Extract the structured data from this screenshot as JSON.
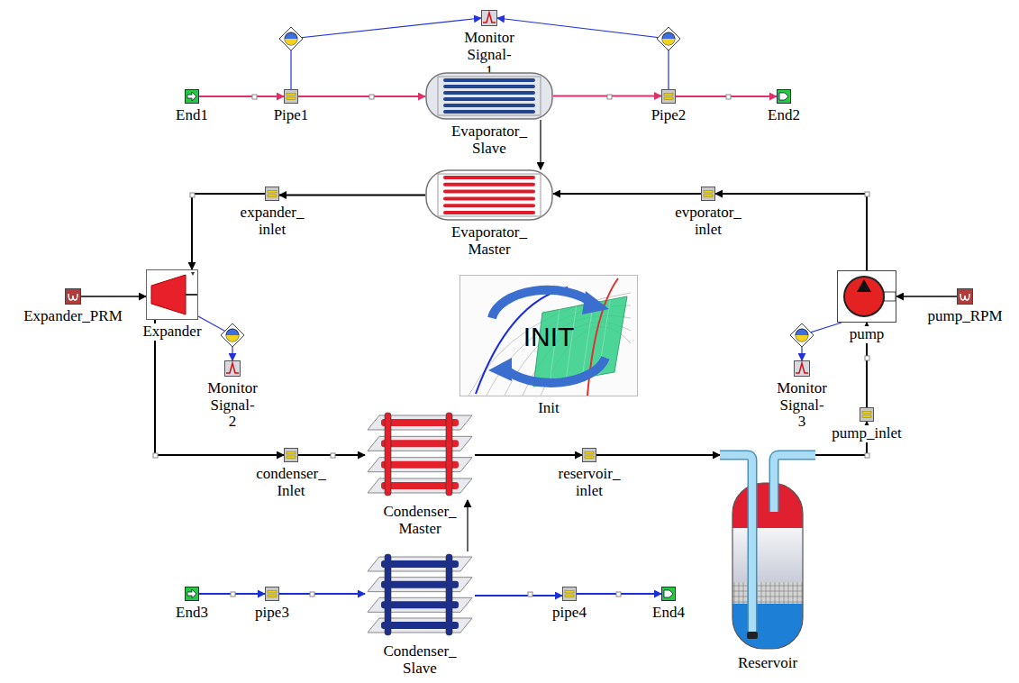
{
  "diagram": {
    "nodes": [
      {
        "text": [
          "Monitor Signal-1"
        ]
      },
      {
        "text": [
          "End1"
        ]
      },
      {
        "text": [
          "Pipe1"
        ]
      },
      {
        "text": [
          "Evaporator_ Slave"
        ]
      },
      {
        "text": [
          "Pipe2"
        ]
      },
      {
        "text": [
          "End2"
        ]
      },
      {
        "text": [
          "expander_ inlet"
        ]
      },
      {
        "text": [
          "Evaporator_ Master"
        ]
      },
      {
        "text": [
          "evporator_ inlet"
        ]
      },
      {
        "text": [
          "Expander_PRM"
        ]
      },
      {
        "text": [
          "Expander"
        ]
      },
      {
        "text": [
          "INIT",
          "Init"
        ]
      },
      {
        "text": [
          "pump"
        ]
      },
      {
        "text": [
          "pump_RPM"
        ]
      },
      {
        "text": [
          "Monitor Signal-2"
        ]
      },
      {
        "text": [
          "Monitor Signal-3"
        ]
      },
      {
        "text": [
          "pump_inlet"
        ]
      },
      {
        "text": [
          "condenser_ Inlet"
        ]
      },
      {
        "text": [
          "Condenser_ Master"
        ]
      },
      {
        "text": [
          "reservoir_ inlet"
        ]
      },
      {
        "text": [
          "Reservoir"
        ]
      },
      {
        "text": [
          "End3"
        ]
      },
      {
        "text": [
          "pipe3"
        ]
      },
      {
        "text": [
          "Condenser_ Slave"
        ]
      },
      {
        "text": [
          "pipe4"
        ]
      },
      {
        "text": [
          "End4"
        ]
      }
    ],
    "edges": [
      {
        "from": 1,
        "to": 2,
        "arrow": "to"
      },
      {
        "from": 2,
        "to": 3,
        "arrow": "to"
      },
      {
        "from": 3,
        "to": 4,
        "arrow": "to"
      },
      {
        "from": 4,
        "to": 5,
        "arrow": "to"
      },
      {
        "from": 2,
        "to": 0,
        "arrow": "to"
      },
      {
        "from": 4,
        "to": 0,
        "arrow": "to"
      },
      {
        "from": 3,
        "to": 7,
        "arrow": "to"
      },
      {
        "from": 12,
        "to": 8,
        "arrow": "to"
      },
      {
        "from": 8,
        "to": 7,
        "arrow": "to"
      },
      {
        "from": 7,
        "to": 6,
        "arrow": "to"
      },
      {
        "from": 6,
        "to": 10,
        "arrow": "to"
      },
      {
        "from": 10,
        "to": 17,
        "arrow": "to"
      },
      {
        "from": 17,
        "to": 18,
        "arrow": "to"
      },
      {
        "from": 18,
        "to": 19,
        "arrow": "to"
      },
      {
        "from": 19,
        "to": 20,
        "arrow": "to"
      },
      {
        "from": 20,
        "to": 16,
        "arrow": "to"
      },
      {
        "from": 16,
        "to": 12,
        "arrow": "to"
      },
      {
        "from": 9,
        "to": 10,
        "arrow": "to"
      },
      {
        "from": 13,
        "to": 12,
        "arrow": "to"
      },
      {
        "from": 10,
        "to": 14,
        "arrow": "to"
      },
      {
        "from": 12,
        "to": 15,
        "arrow": "to"
      },
      {
        "from": 21,
        "to": 22,
        "arrow": "to"
      },
      {
        "from": 22,
        "to": 23,
        "arrow": "to"
      },
      {
        "from": 23,
        "to": 24,
        "arrow": "to"
      },
      {
        "from": 24,
        "to": 25,
        "arrow": "to"
      },
      {
        "from": 23,
        "to": 18,
        "arrow": "to"
      }
    ]
  }
}
